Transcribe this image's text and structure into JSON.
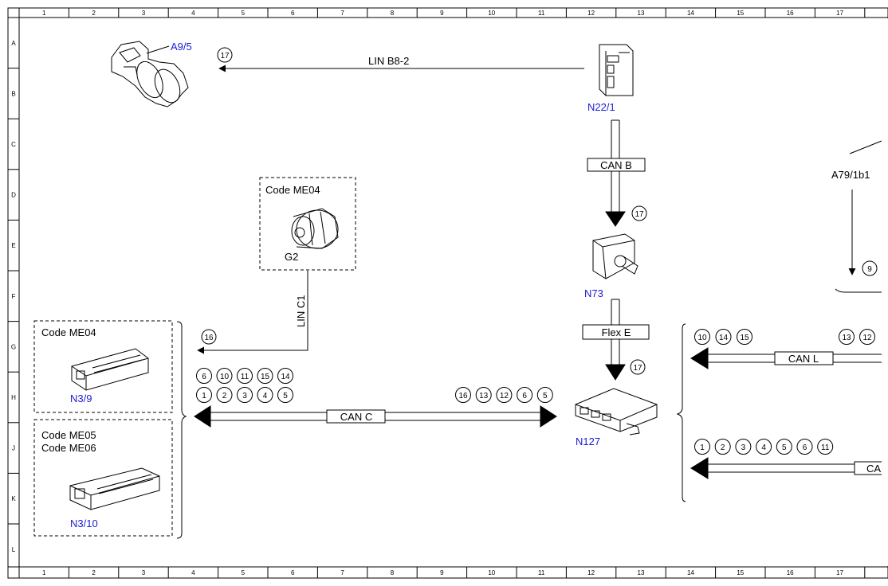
{
  "ruler": {
    "columns": [
      "1",
      "2",
      "3",
      "4",
      "5",
      "6",
      "7",
      "8",
      "9",
      "10",
      "11",
      "12",
      "13",
      "14",
      "15",
      "16",
      "17"
    ],
    "rows": [
      "A",
      "B",
      "C",
      "D",
      "E",
      "F",
      "G",
      "H",
      "J",
      "K",
      "L"
    ]
  },
  "components": {
    "a9_5": "A9/5",
    "n22_1": "N22/1",
    "n73": "N73",
    "n127": "N127",
    "g2": "G2",
    "n3_9": "N3/9",
    "n3_10": "N3/10",
    "a79_1b1": "A79/1b1"
  },
  "code_labels": {
    "g2_box": "Code ME04",
    "n3_9_box": "Code ME04",
    "n3_10_box_line1": "Code ME05",
    "n3_10_box_line2": "Code ME06"
  },
  "bus_labels": {
    "lin_b8_2": "LIN B8-2",
    "can_b": "CAN B",
    "lin_c1": "LIN C1",
    "flex_e": "Flex E",
    "can_c": "CAN C",
    "can_l": "CAN L",
    "can_bottom": "CA"
  },
  "callouts": {
    "lin_b8_2": [
      "17"
    ],
    "can_b": [
      "17"
    ],
    "flex_e": [
      "17"
    ],
    "lin_c1": [
      "16"
    ],
    "a79_1b1": [
      "9"
    ],
    "can_c_left_top": [
      "6",
      "10",
      "11",
      "15",
      "14"
    ],
    "can_c_left_bottom": [
      "1",
      "2",
      "3",
      "4",
      "5"
    ],
    "can_c_right": [
      "16",
      "13",
      "12",
      "6",
      "5"
    ],
    "can_l_left": [
      "10",
      "14",
      "15"
    ],
    "can_l_right": [
      "13",
      "12"
    ],
    "can_bottom_left": [
      "1",
      "2",
      "3",
      "4",
      "5",
      "6",
      "11"
    ]
  }
}
